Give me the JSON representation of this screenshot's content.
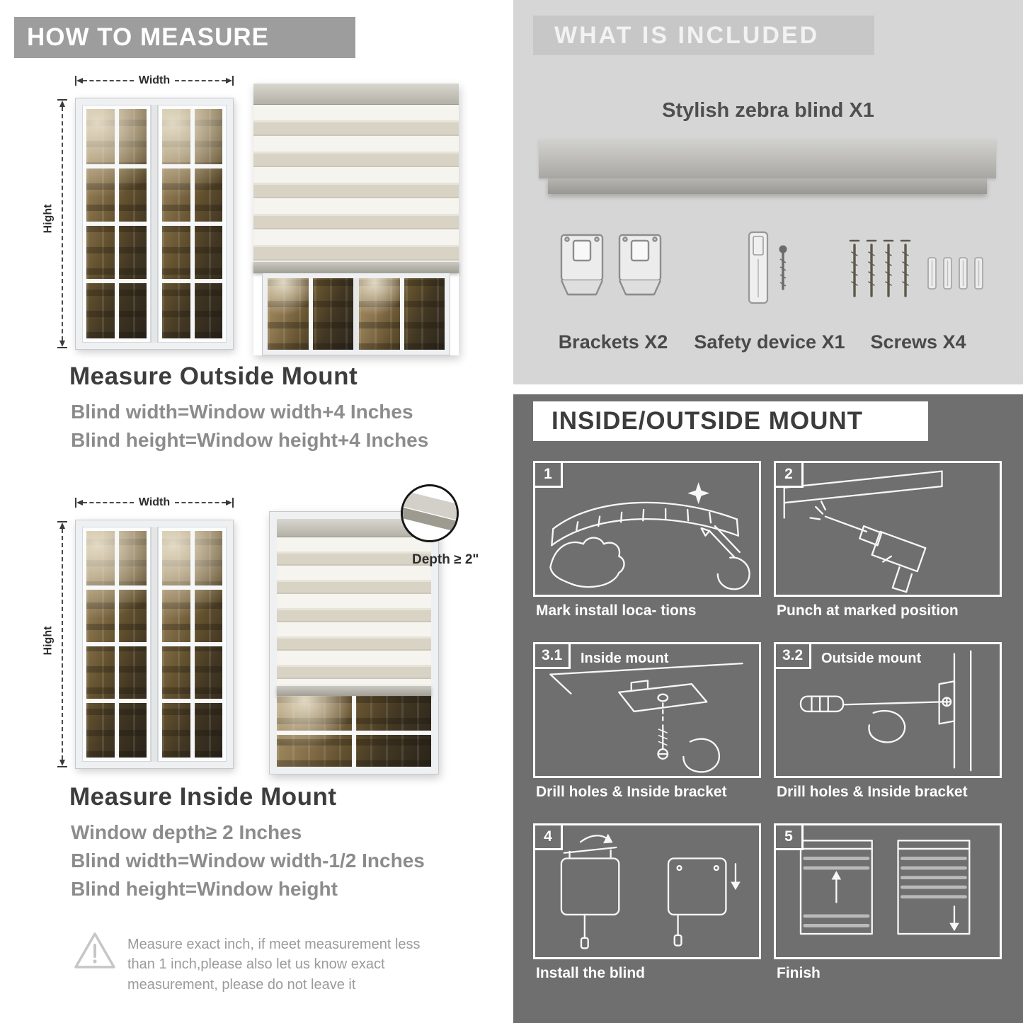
{
  "colors": {
    "banner_gray": "#9d9d9d",
    "included_bg": "#d6d6d6",
    "included_banner": "#c7c7c7",
    "mount_bg": "#6f6f6f",
    "heading_text": "#3d3d3d",
    "body_text": "#8c8c8c"
  },
  "how_to_measure": {
    "banner": "HOW TO MEASURE",
    "outside": {
      "width_label": "Width",
      "height_label": "Hight",
      "heading": "Measure Outside Mount",
      "line1": "Blind width=Window width+4 Inches",
      "line2": "Blind height=Window height+4 Inches"
    },
    "inside": {
      "width_label": "Width",
      "height_label": "Hight",
      "depth_label": "Depth ≥ 2\"",
      "heading": "Measure Inside Mount",
      "line1": "Window depth≥ 2 Inches",
      "line2": "Blind width=Window width-1/2 Inches",
      "line3": "Blind height=Window height"
    },
    "warning_text": "Measure exact inch, if meet measurement less than 1 inch,please also let us know exact measurement, please do not leave it"
  },
  "included": {
    "banner": "WHAT IS INCLUDED",
    "product_title": "Stylish zebra blind X1",
    "items": [
      {
        "label": "Brackets X2"
      },
      {
        "label": "Safety device X1"
      },
      {
        "label": "Screws X4"
      }
    ]
  },
  "mount": {
    "banner": "INSIDE/OUTSIDE MOUNT",
    "steps": [
      {
        "num": "1",
        "caption": "Mark install loca- tions"
      },
      {
        "num": "2",
        "caption": "Punch at  marked position"
      },
      {
        "num": "3.1",
        "label": "Inside mount",
        "caption": "Drill holes &  Inside bracket"
      },
      {
        "num": "3.2",
        "label": "Outside mount",
        "caption": "Drill holes &  Inside bracket"
      },
      {
        "num": "4",
        "caption": "Install the blind"
      },
      {
        "num": "5",
        "caption": "Finish"
      }
    ]
  }
}
